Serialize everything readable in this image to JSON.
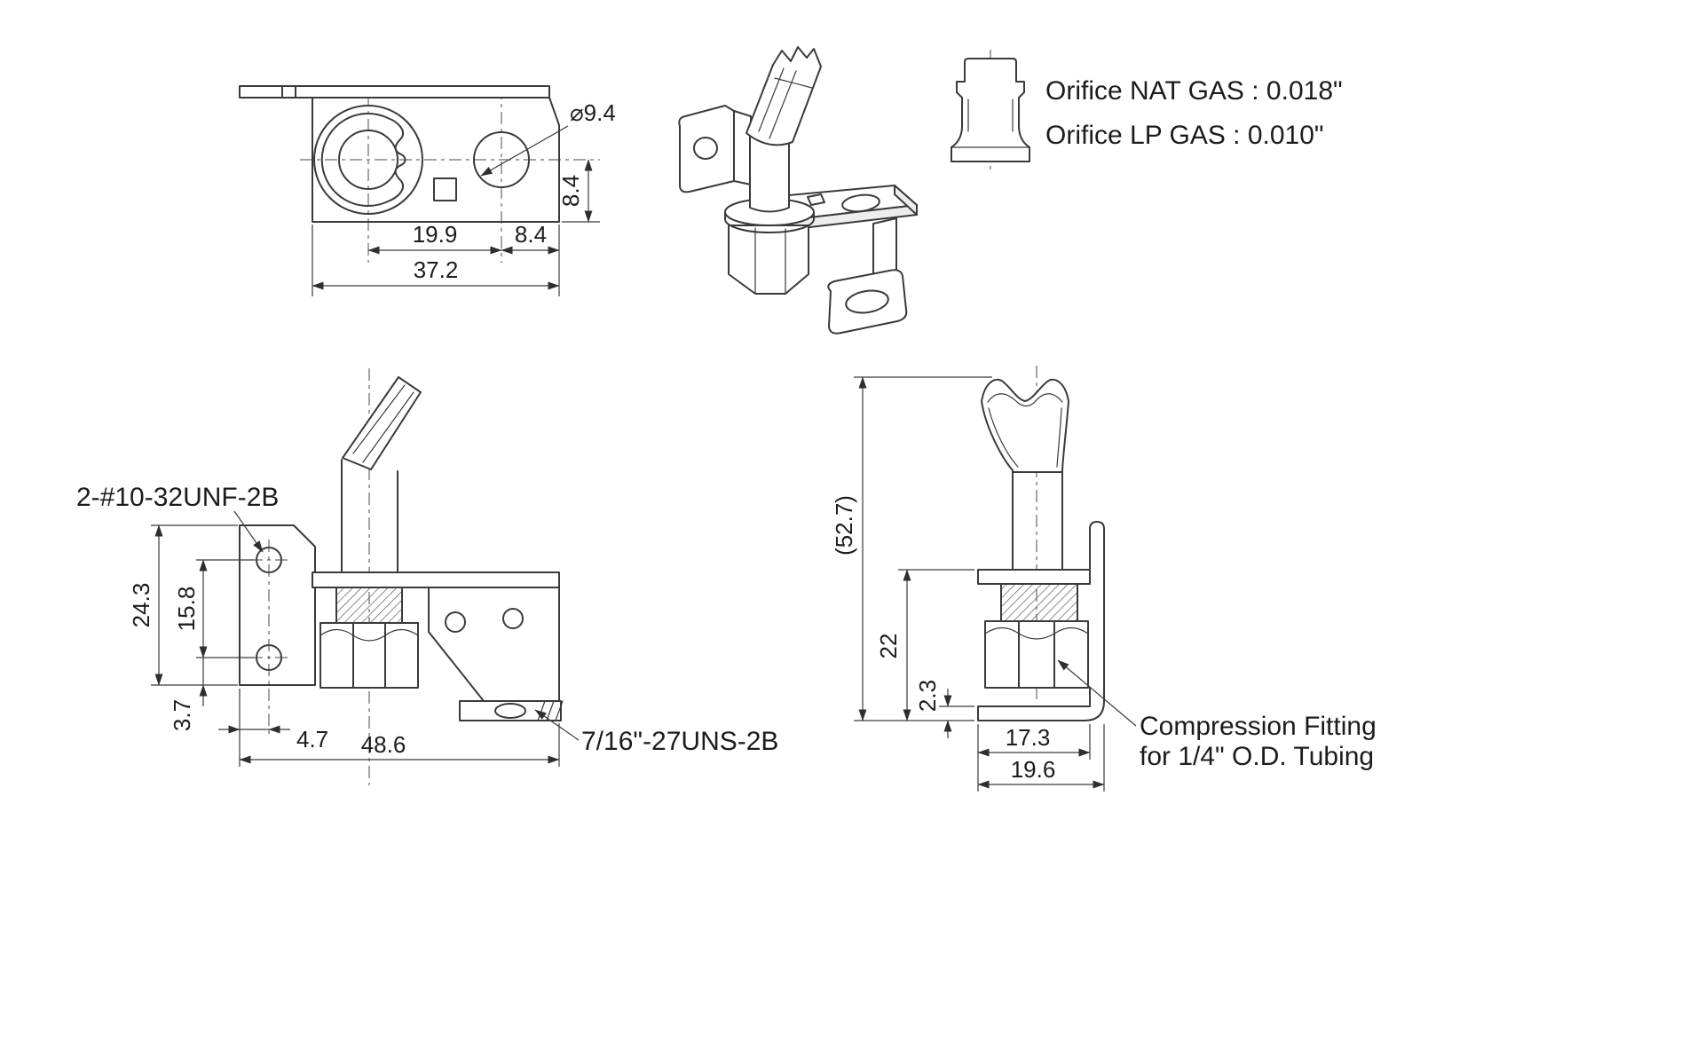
{
  "orifice_note": {
    "line1": "Orifice NAT GAS : 0.018\"",
    "line2": "Orifice LP GAS : 0.010\""
  },
  "top_view": {
    "dia_label": "⌀9.4",
    "dim_height_8_4": "8.4",
    "dim_19_9": "19.9",
    "dim_8_4": "8.4",
    "dim_37_2": "37.2"
  },
  "front_view": {
    "thread_note_top": "2-#10-32UNF-2B",
    "dim_24_3": "24.3",
    "dim_15_8": "15.8",
    "dim_3_7": "3.7",
    "dim_4_7": "4.7",
    "dim_48_6": "48.6",
    "thread_note_bottom": "7/16\"-27UNS-2B"
  },
  "side_view": {
    "dim_52_7": "(52.7)",
    "dim_22": "22",
    "dim_2_3": "2.3",
    "dim_17_3": "17.3",
    "dim_19_6": "19.6",
    "fitting_note_line1": "Compression Fitting",
    "fitting_note_line2": "for 1/4\" O.D. Tubing"
  }
}
